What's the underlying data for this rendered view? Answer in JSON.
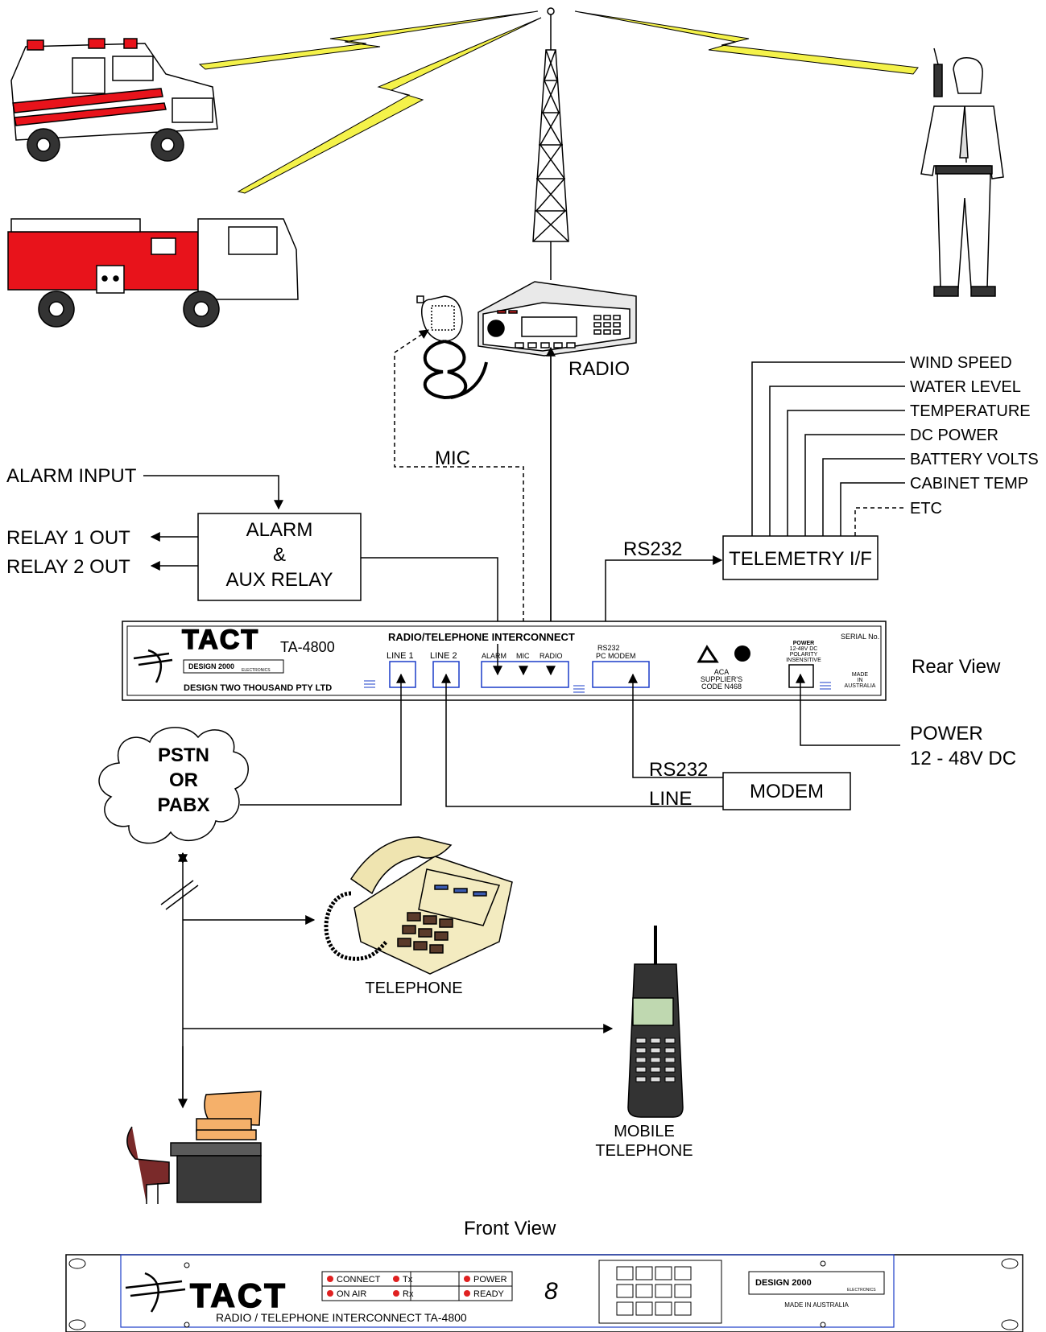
{
  "top": {
    "radio": "RADIO",
    "mic": "MIC"
  },
  "alarm": {
    "input": "ALARM INPUT",
    "relay1": "RELAY 1 OUT",
    "relay2": "RELAY 2 OUT",
    "box_line1": "ALARM",
    "box_line2": "&",
    "box_line3": "AUX RELAY"
  },
  "telemetry": {
    "inputs": [
      "WIND SPEED",
      "WATER LEVEL",
      "TEMPERATURE",
      "DC POWER",
      "BATTERY VOLTS",
      "CABINET TEMP",
      "ETC"
    ],
    "box": "TELEMETRY I/F",
    "link": "RS232"
  },
  "rear_panel": {
    "brand": "TACT",
    "model": "TA-4800",
    "badge": "DESIGN 2000",
    "badge_sub": "ELECTRONICS",
    "company": "DESIGN TWO THOUSAND PTY LTD",
    "title": "RADIO/TELEPHONE INTERCONNECT",
    "line1": "LINE 1",
    "line2": "LINE 2",
    "alarm": "ALARM",
    "mic": "MIC",
    "radio": "RADIO",
    "rs232": "RS232",
    "pc_modem": "PC  MODEM",
    "aca_1": "ACA",
    "aca_2": "SUPPLIER'S",
    "aca_3": "CODE N468",
    "power_title": "POWER",
    "power_1": "12-48V DC",
    "power_2": "POLARITY",
    "power_3": "INSENSITIVE",
    "serial": "SERIAL No.",
    "made_1": "MADE",
    "made_2": "IN",
    "made_3": "AUSTRALIA",
    "view": "Rear View"
  },
  "power": {
    "line1": "POWER",
    "line2": "12 - 48V DC"
  },
  "modem": {
    "box": "MODEM",
    "rs232": "RS232",
    "line": "LINE"
  },
  "network": {
    "line1": "PSTN",
    "line2": "OR",
    "line3": "PABX"
  },
  "devices": {
    "telephone": "TELEPHONE",
    "mobile_1": "MOBILE",
    "mobile_2": "TELEPHONE"
  },
  "front_panel": {
    "view": "Front View",
    "brand": "TACT",
    "connect": "CONNECT",
    "tx": "Tx",
    "power": "POWER",
    "on_air": "ON AIR",
    "rx": "Rx",
    "ready": "READY",
    "digit": "8",
    "subtitle": "RADIO / TELEPHONE INTERCONNECT TA-4800",
    "badge": "DESIGN 2000",
    "badge_sub": "ELECTRONICS",
    "made": "MADE IN AUSTRALIA"
  },
  "colors": {
    "led": "#e02020",
    "bolt": "#f4f24a",
    "truck_red": "#e8131b",
    "port_blue": "#1a3cc8",
    "cream": "#f3ebc0",
    "monitor_orange": "#f5b06a",
    "chair": "#7a2a2a"
  }
}
